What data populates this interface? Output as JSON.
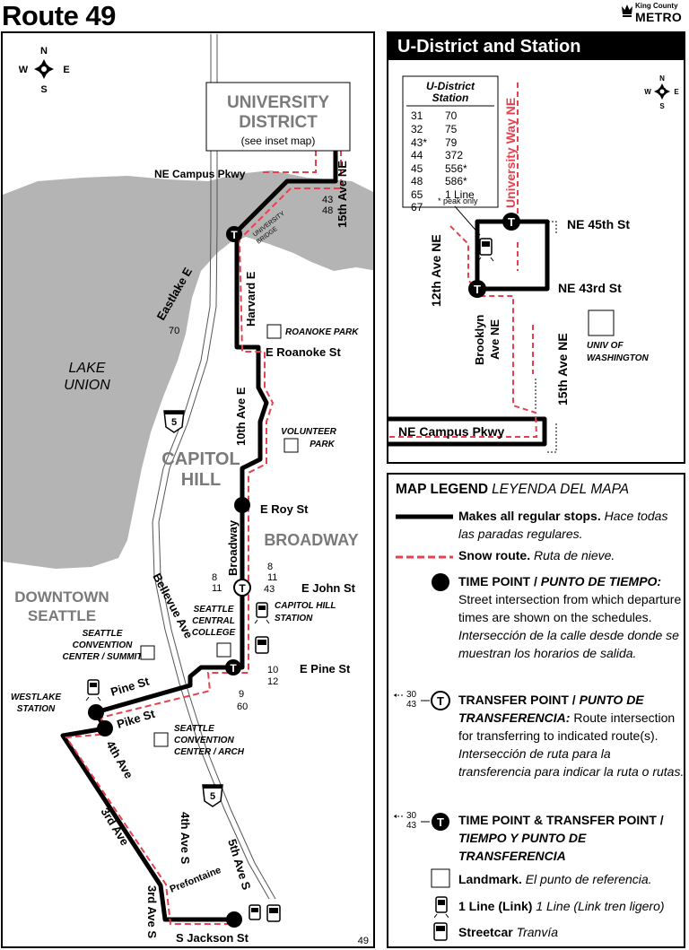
{
  "header": {
    "title": "Route 49",
    "logo_top": "King County",
    "logo_bottom": "METRO"
  },
  "main_map": {
    "compass": {
      "n": "N",
      "s": "S",
      "e": "E",
      "w": "W"
    },
    "page_number": "49",
    "areas": {
      "university_district": [
        "UNIVERSITY",
        "DISTRICT"
      ],
      "see_inset": "(see inset map)",
      "lake_union": [
        "LAKE",
        "UNION"
      ],
      "capitol_hill": [
        "CAPITOL",
        "HILL"
      ],
      "broadway": "BROADWAY",
      "downtown": [
        "DOWNTOWN",
        "SEATTLE"
      ]
    },
    "streets": {
      "ne_campus_pkwy": "NE Campus Pkwy",
      "fifteenth_ave_ne": "15th Ave NE",
      "university_bridge": [
        "UNIVERSITY",
        "BRIDGE"
      ],
      "eastlake_e": "Eastlake E",
      "harvard_e": "Harvard E",
      "e_roanoke_st": "E Roanoke St",
      "tenth_ave_e": "10th Ave E",
      "e_roy_st": "E Roy St",
      "broadway": "Broadway",
      "bellevue_ave": "Bellevue Ave",
      "e_john_st": "E John St",
      "e_pine_st": "E Pine St",
      "pine_st": "Pine St",
      "pike_st": "Pike St",
      "fourth_ave": "4th Ave",
      "third_ave": "3rd Ave",
      "fourth_ave_s": "4th Ave S",
      "fifth_ave_s": "5th Ave S",
      "prefontaine": "Prefontaine",
      "third_ave_s": "3rd Ave S",
      "s_jackson_st": "S Jackson St"
    },
    "interstate": "5",
    "landmarks": {
      "roanoke_park": "ROANOKE PARK",
      "volunteer_park": [
        "VOLUNTEER",
        "PARK"
      ],
      "capitol_hill_station": [
        "CAPITOL HILL",
        "STATION"
      ],
      "seattle_central_college": [
        "SEATTLE",
        "CENTRAL",
        "COLLEGE"
      ],
      "convention_summit": [
        "SEATTLE",
        "CONVENTION",
        "CENTER / SUMMIT"
      ],
      "convention_arch": [
        "SEATTLE",
        "CONVENTION",
        "CENTER / ARCH"
      ],
      "westlake_station": [
        "WESTLAKE",
        "STATION"
      ]
    },
    "transfers": {
      "campus": [
        "43",
        "48"
      ],
      "eastlake": "70",
      "john_left": [
        "8",
        "11"
      ],
      "john_top": [
        "8",
        "11"
      ],
      "john_right": "43",
      "pine_right": [
        "10",
        "12"
      ],
      "pine_down": [
        "9",
        "60"
      ]
    }
  },
  "inset": {
    "title": "U-District and Station",
    "compass": {
      "n": "N",
      "s": "S",
      "e": "E",
      "w": "W"
    },
    "station_box": {
      "title": [
        "U-District",
        "Station"
      ],
      "routes_left": [
        "31",
        "32",
        "43*",
        "44",
        "45",
        "48",
        "65",
        "67"
      ],
      "routes_right": [
        "70",
        "75",
        "79",
        "372",
        "556*",
        "586*",
        "1 Line"
      ],
      "note": "* peak only"
    },
    "streets": {
      "university_way": "University Way NE",
      "ne_45th": "NE 45th St",
      "twelfth_ave": "12th Ave NE",
      "ne_43rd": "NE 43rd St",
      "brooklyn": [
        "Brooklyn",
        "Ave NE"
      ],
      "fifteenth": "15th Ave NE",
      "campus_pkwy": "NE Campus Pkwy"
    },
    "landmark": [
      "UNIV OF",
      "WASHINGTON"
    ]
  },
  "legend": {
    "title": "MAP LEGEND",
    "title_es": "LEYENDA DEL MAPA",
    "regular": {
      "bold": "Makes all regular stops.",
      "italic": "Hace todas las paradas regulares."
    },
    "snow": {
      "bold": "Snow route.",
      "italic": "Ruta de nieve."
    },
    "timepoint": {
      "bold": "TIME POINT / ",
      "bold_italic": "PUNTO DE TIEMPO:",
      "text": "Street intersection from which departure times are shown on the schedules.",
      "italic": "Intersección de la calle desde donde se muestran los horarios de salida."
    },
    "transfer": {
      "bold": "TRANSFER POINT / ",
      "bold_italic": "PUNTO DE TRANSFERENCIA:",
      "text": "Route intersection for transferring to indicated route(s).",
      "italic": "Intersección de ruta para la transferencia para indicar la ruta o rutas."
    },
    "sample_routes": [
      "30",
      "43"
    ],
    "time_transfer": {
      "bold": "TIME POINT & TRANSFER POINT / ",
      "bold_italic": "TIEMPO Y PUNTO DE TRANSFERENCIA"
    },
    "landmark": {
      "bold": "Landmark.",
      "italic": "El punto de referencia."
    },
    "link": {
      "bold": "1 Line (Link)",
      "italic": "1 Line (Link tren ligero)"
    },
    "streetcar": {
      "bold": "Streetcar",
      "italic": "Tranvía"
    },
    "t_symbol": "T"
  },
  "colors": {
    "route": "#000000",
    "snow": "#e8404e",
    "water": "#b4b4b4",
    "area_label": "#7a7a7a"
  }
}
